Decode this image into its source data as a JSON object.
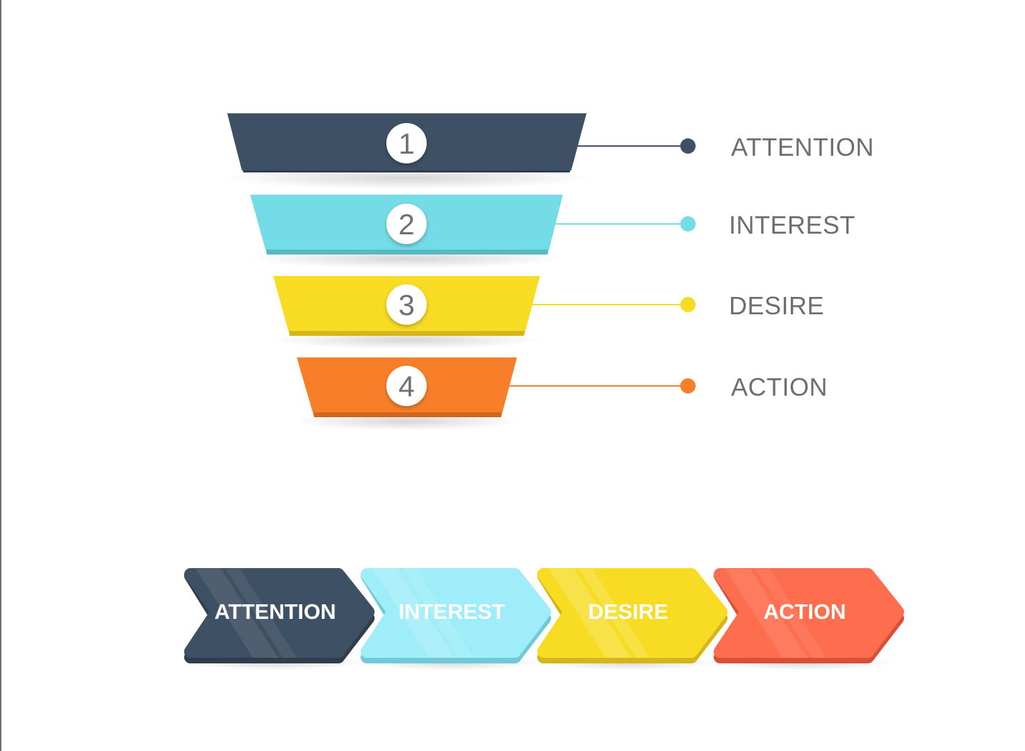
{
  "colors": {
    "background": "#ffffff",
    "label_text": "#6e6e72",
    "number_text": "#707070",
    "badge_fill": "#ffffff"
  },
  "funnel": {
    "stages": [
      {
        "number": "1",
        "label": "ATTENTION",
        "color": "#3e5063",
        "edge": "#2f3d4d"
      },
      {
        "number": "2",
        "label": "INTEREST",
        "color": "#74dce6",
        "edge": "#55bac4"
      },
      {
        "number": "3",
        "label": "DESIRE",
        "color": "#f7dc23",
        "edge": "#d4b51b"
      },
      {
        "number": "4",
        "label": "ACTION",
        "color": "#f77f2a",
        "edge": "#d3651c"
      }
    ]
  },
  "process": {
    "steps": [
      {
        "label": "ATTENTION",
        "color": "#3e5063",
        "edge": "#2f3d4d",
        "icon": "chevron-arrow-icon"
      },
      {
        "label": "INTEREST",
        "color": "#9eedf8",
        "edge": "#6fc9d6",
        "icon": "chevron-arrow-icon"
      },
      {
        "label": "DESIRE",
        "color": "#f7dc23",
        "edge": "#d4b51b",
        "icon": "chevron-arrow-icon"
      },
      {
        "label": "ACTION",
        "color": "#ff6d4f",
        "edge": "#d9503a",
        "icon": "chevron-arrow-icon"
      }
    ]
  }
}
